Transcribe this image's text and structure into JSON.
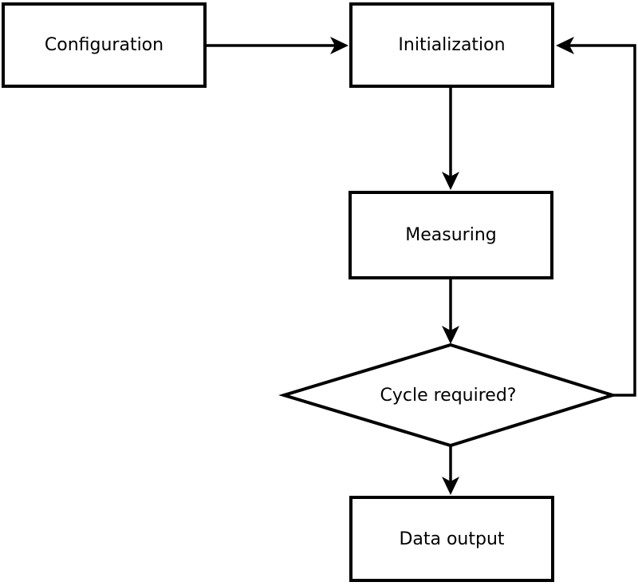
{
  "diagram": {
    "type": "flowchart",
    "background_color": "#ffffff",
    "stroke_color": "#000000",
    "fill_color": "#ffffff",
    "text_color": "#000000",
    "nodes": {
      "configuration": {
        "label": "Configuration",
        "shape": "rectangle"
      },
      "initialization": {
        "label": "Initialization",
        "shape": "rectangle"
      },
      "measuring": {
        "label": "Measuring",
        "shape": "rectangle"
      },
      "cycle_required": {
        "label": "Cycle required?",
        "shape": "diamond"
      },
      "data_output": {
        "label": "Data output",
        "shape": "rectangle"
      }
    },
    "edges": [
      {
        "from": "configuration",
        "to": "initialization",
        "direction": "right"
      },
      {
        "from": "initialization",
        "to": "measuring",
        "direction": "down"
      },
      {
        "from": "measuring",
        "to": "cycle_required",
        "direction": "down"
      },
      {
        "from": "cycle_required",
        "to": "data_output",
        "direction": "down"
      },
      {
        "from": "cycle_required",
        "to": "initialization",
        "direction": "right-up-left",
        "note": "feedback loop"
      }
    ]
  }
}
